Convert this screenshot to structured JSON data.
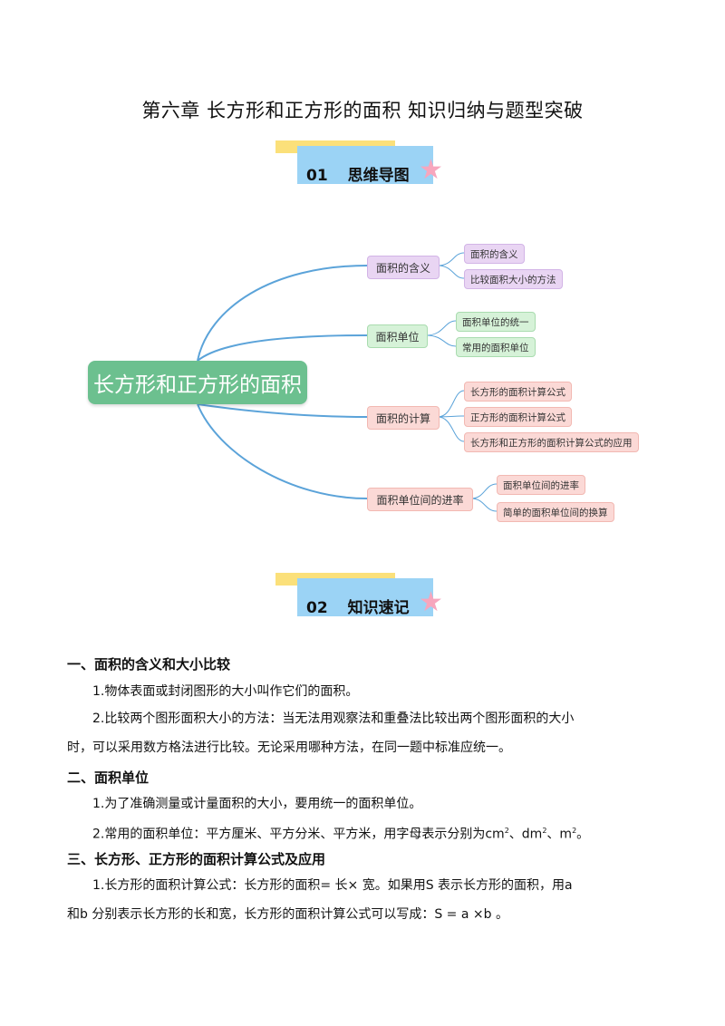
{
  "page_title": "第六章 长方形和正方形的面积 知识归纳与题型突破",
  "section1": {
    "number": "01",
    "label": "思维导图"
  },
  "section2": {
    "number": "02",
    "label": "知识速记"
  },
  "mindmap": {
    "root": "长方形和正方形的面积",
    "branches": [
      {
        "label": "面积的含义",
        "children": [
          "面积的含义",
          "比较面积大小的方法"
        ]
      },
      {
        "label": "面积单位",
        "children": [
          "面积单位的统一",
          "常用的面积单位"
        ]
      },
      {
        "label": "面积的计算",
        "children": [
          "长方形的面积计算公式",
          "正方形的面积计算公式",
          "长方形和正方形的面积计算公式的应用"
        ]
      },
      {
        "label": "面积单位间的进率",
        "children": [
          "面积单位间的进率",
          "简单的面积单位间的换算"
        ]
      }
    ]
  },
  "notes": {
    "h1": "一、面积的含义和大小比较",
    "p1": "1.物体表面或封闭图形的大小叫作它们的面积。",
    "p2a": "2.比较两个图形面积大小的方法：当无法用观察法和重叠法比较出两个图形面积的大小",
    "p2b": "时，可以采用数方格法进行比较。无论采用哪种方法，在同一题中标准应统一。",
    "h2": "二、面积单位",
    "p3": "1.为了准确测量或计量面积的大小，要用统一的面积单位。",
    "p4_prefix": "2.常用的面积单位：平方厘米、平方分米、平方米，用字母表示分别为",
    "p4_u1": "cm",
    "p4_u2": "dm",
    "p4_u3": "m",
    "p4_sup": "2",
    "p4_sep": "、",
    "p4_end": "。",
    "h3": "三、长方形、正方形的面积计算公式及应用",
    "p5a": "1.长方形的面积计算公式：长方形的面积= 长× 宽。如果用S 表示长方形的面积，用a",
    "p5b": "和b 分别表示长方形的长和宽，长方形的面积计算公式可以写成：S = a ×b 。"
  }
}
